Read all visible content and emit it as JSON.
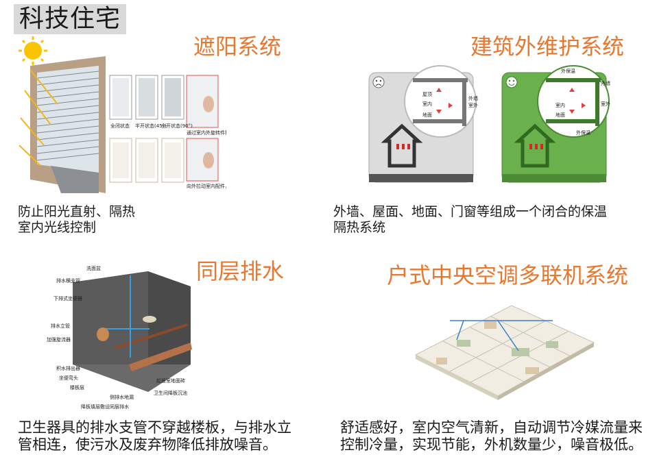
{
  "page": {
    "title": "科技住宅"
  },
  "sections": {
    "shading": {
      "title": "遮阳系统",
      "desc": [
        "防止阳光直射、隔热",
        "室内光线控制"
      ],
      "captions": [
        "全闭状态",
        "半开状态(45°)",
        "全开状态(90°)",
        "通过室内外旋转件操作，可进行开闭调整",
        "向外拉动室内配件，通过上下移动，即可进行百叶的高度调节"
      ]
    },
    "envelope": {
      "title": "建筑外维护系统",
      "desc": [
        "外墙、屋面、地面、门窗等组成一个闭合的保温",
        "隔热系统"
      ],
      "labels_left": [
        "屋顶",
        "室内",
        "地面",
        "外墙",
        "室外"
      ],
      "labels_right": [
        "外保温",
        "外墙",
        "室内",
        "室外",
        "地面",
        "外保温"
      ]
    },
    "drainage": {
      "title": "同层排水",
      "desc": [
        "卫生器具的排水支管不穿越楼板，与排水立",
        "管相连，使污水及废弃物降低排放噪音。"
      ],
      "labels": [
        "洗面盆",
        "排水横支管",
        "下排式坐便器",
        "排水立管",
        "加强旋流器",
        "积水排出器",
        "坐便弯头",
        "楼板层",
        "侧排水地漏",
        "起居室地面砖",
        "卫生间降板沉池",
        "降板填层敷设同层排水"
      ]
    },
    "hvac": {
      "title": "户式中央空调多联机系统",
      "desc": [
        "舒适感好，室内空气清新，自动调节冷媒流量来",
        "控制冷量，实现节能，外机数量少，噪音极低。"
      ]
    }
  },
  "colors": {
    "accent": "#e8782f",
    "green": "#6ab04c",
    "grey_panel": "#dcdcdc"
  },
  "icons": [
    "sun-icon",
    "sad-face-icon",
    "happy-face-icon"
  ]
}
